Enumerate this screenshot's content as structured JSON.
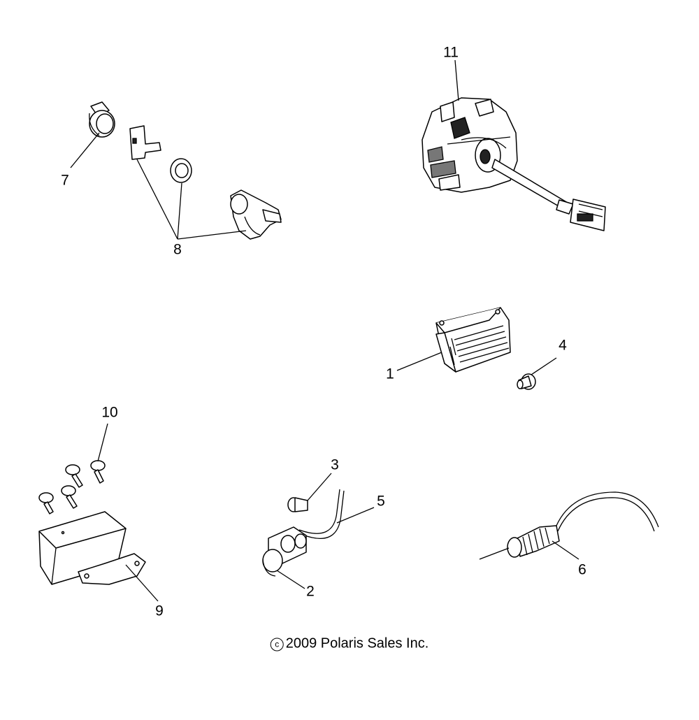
{
  "callouts": {
    "c1": "1",
    "c2": "2",
    "c3": "3",
    "c4": "4",
    "c5": "5",
    "c6": "6",
    "c7": "7",
    "c8": "8",
    "c9": "9",
    "c10": "10",
    "c11": "11"
  },
  "copyright": {
    "symbol": "c",
    "text": "2009 Polaris Sales Inc."
  }
}
